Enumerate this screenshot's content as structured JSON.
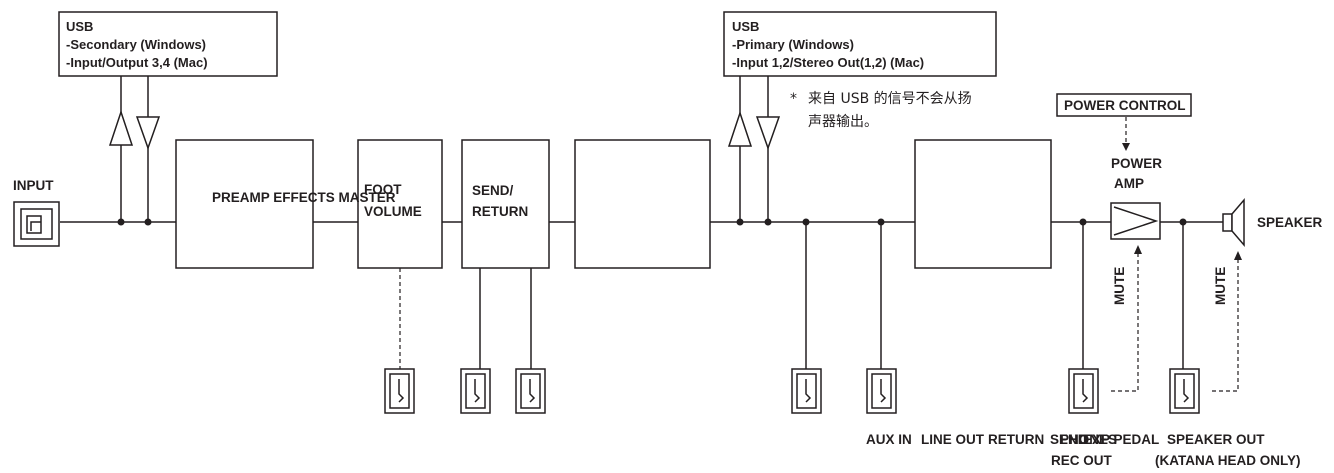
{
  "usb_left": {
    "title": "USB",
    "line1": "-Secondary (Windows)",
    "line2": "-Input/Output 3,4 (Mac)"
  },
  "usb_right": {
    "title": "USB",
    "line1": "-Primary (Windows)",
    "line2": "-Input 1,2/Stereo Out(1,2) (Mac)"
  },
  "note": {
    "asterisk": "*",
    "line1": "来自 USB 的信号不会从扬",
    "line2": "声器输出。"
  },
  "power_control": "POWER CONTROL",
  "power_amp": {
    "line1": "POWER",
    "line2": "AMP"
  },
  "input_label": "INPUT",
  "blocks": {
    "preamp_effects_master": "PREAMP EFFECTS MASTER",
    "foot_volume": {
      "line1": "FOOT",
      "line2": "VOLUME"
    },
    "send_return": {
      "line1": "SEND/",
      "line2": "RETURN"
    }
  },
  "mute_left": "MUTE",
  "mute_right": "MUTE",
  "speaker_label": "SPEAKER",
  "bottom_labels": {
    "aux_in": "AUX IN",
    "line_out": "LINE OUT",
    "return": "RETURN",
    "send": "SEND",
    "exp_pedal": "EXP PEDAL",
    "speaker_out": "SPEAKER OUT",
    "phones_rec_out": {
      "line1": "PHONES",
      "line2": "REC OUT"
    },
    "katana_head_only": "(KATANA HEAD ONLY)"
  },
  "icons": [
    "input-jack-icon",
    "jack-icon",
    "triangle-amp-icon",
    "speaker-icon"
  ]
}
